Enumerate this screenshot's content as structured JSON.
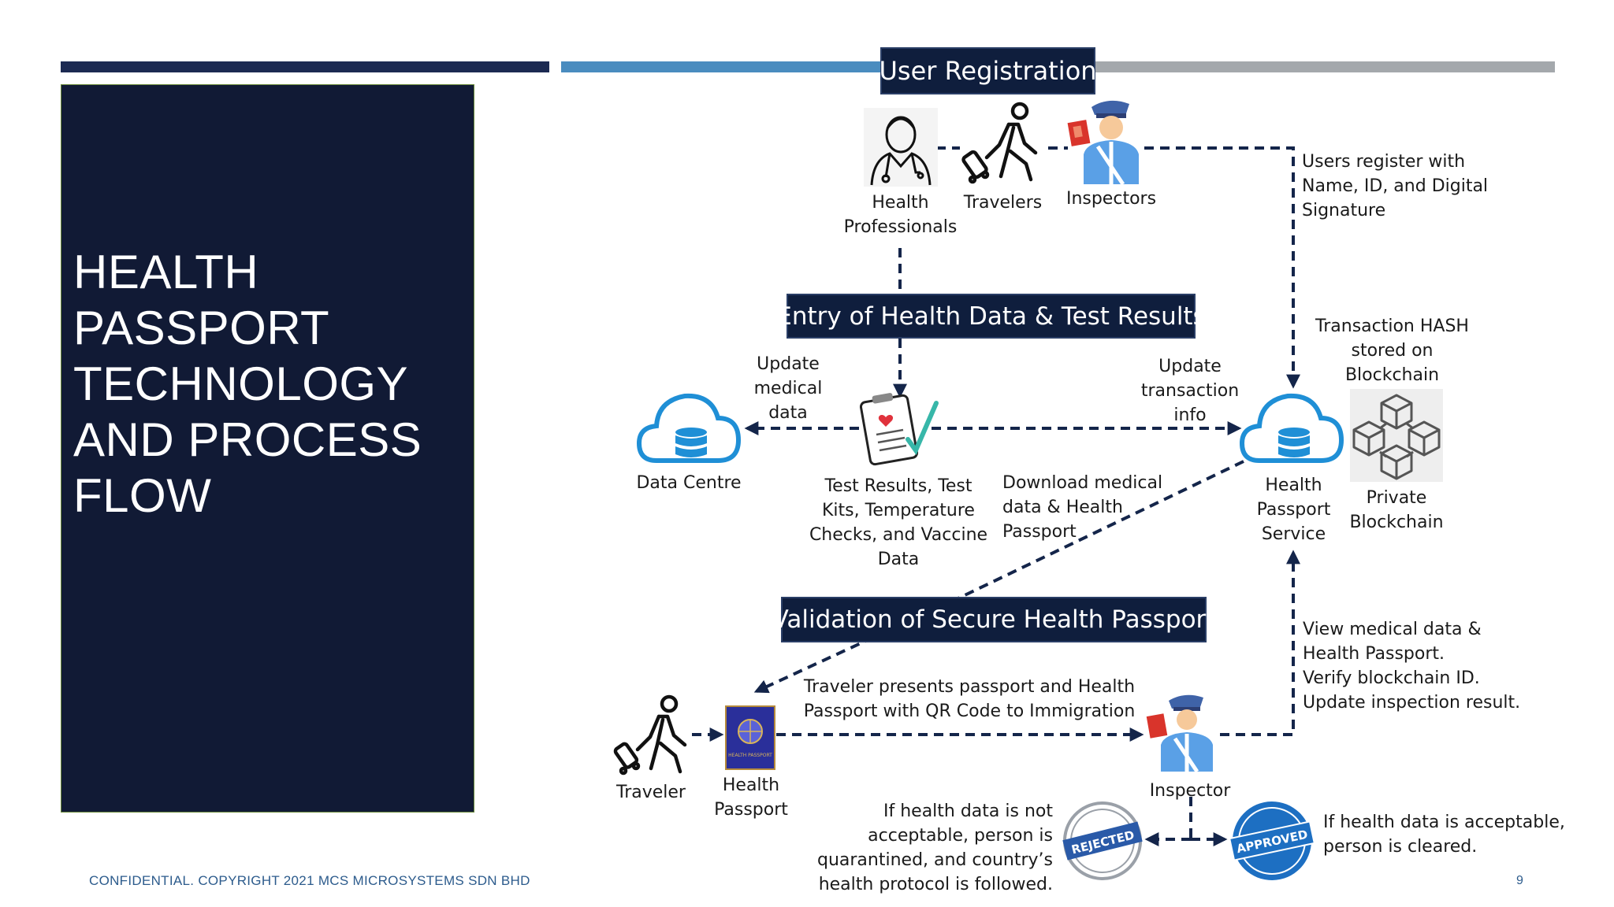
{
  "slide": {
    "title_lines": [
      "HEALTH",
      "PASSPORT",
      "TECHNOLOGY",
      "AND PROCESS",
      "FLOW"
    ],
    "footer": "CONFIDENTIAL. COPYRIGHT 2021 MCS MICROSYSTEMS SDN BHD",
    "page_number": "9"
  },
  "stages": {
    "registration": "User Registration",
    "entry": "Entry of Health Data & Test Results",
    "validation": "Validation of Secure Health Passport"
  },
  "actors": {
    "health_professionals": [
      "Health",
      "Professionals"
    ],
    "travelers": "Travelers",
    "inspectors": "Inspectors",
    "traveler": "Traveler",
    "health_passport": [
      "Health",
      "Passport"
    ],
    "inspector": "Inspector"
  },
  "systems": {
    "data_centre": "Data Centre",
    "health_passport_service": [
      "Health",
      "Passport",
      "Service"
    ],
    "private_blockchain": [
      "Private",
      "Blockchain"
    ],
    "health_passport_booklet_text": "HEALTH PASSPORT"
  },
  "notes": {
    "register": [
      "Users register with",
      "Name, ID, and Digital",
      "Signature"
    ],
    "hash": [
      "Transaction HASH",
      "stored on",
      "Blockchain"
    ],
    "update_medical": [
      "Update",
      "medical",
      "data"
    ],
    "update_transaction": [
      "Update",
      "transaction",
      "info"
    ],
    "test_results": [
      "Test Results, Test",
      "Kits, Temperature",
      "Checks, and Vaccine",
      "Data"
    ],
    "download": [
      "Download medical",
      "data & Health",
      "Passport"
    ],
    "presents": [
      "Traveler presents passport and Health",
      "Passport with QR Code to Immigration"
    ],
    "view": [
      "View medical data &",
      "Health Passport.",
      "Verify blockchain ID.",
      "Update inspection result."
    ],
    "not_acceptable": [
      "If health data is not",
      "acceptable, person is",
      "quarantined, and country’s",
      "health protocol is followed."
    ],
    "acceptable": [
      "If health data is acceptable,",
      "person is cleared."
    ]
  },
  "stamps": {
    "rejected": "REJECTED",
    "approved": "APPROVED"
  },
  "colors": {
    "navy": "#111a35",
    "stage_bg": "#0f1e3d",
    "arrow": "#14254a",
    "accent_blue": "#1f8fd6",
    "steel_blue": "#4a8cbf",
    "grey_bar": "#a4a8ac",
    "rejected_blue": "#2a5aa8",
    "approved_blue": "#1d6fc2"
  }
}
